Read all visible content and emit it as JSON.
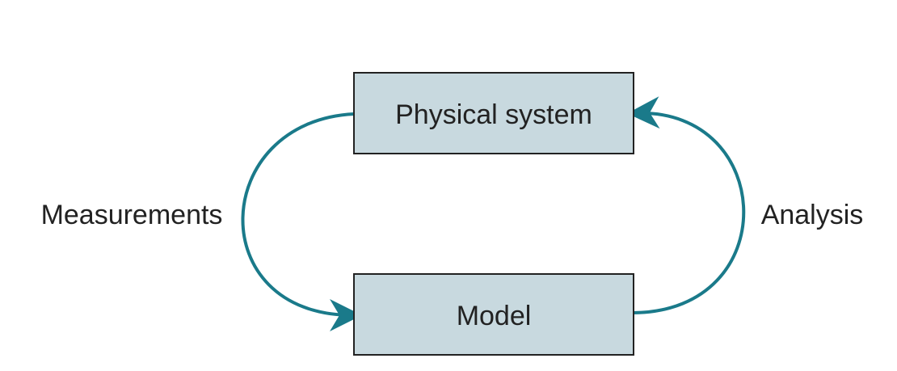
{
  "nodes": {
    "physical_system": "Physical system",
    "model": "Model"
  },
  "edges": {
    "measurements": "Measurements",
    "analysis": "Analysis"
  },
  "colors": {
    "box_fill": "#c8d9df",
    "box_stroke": "#222222",
    "arrow": "#1a7a8a",
    "text": "#222222"
  }
}
